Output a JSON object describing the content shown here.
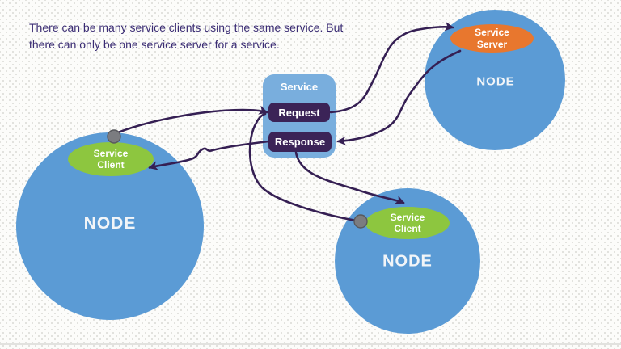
{
  "note": {
    "line1": "There can be many service clients using the same service. But",
    "line2": "there can only be one service server for a service."
  },
  "service": {
    "title": "Service",
    "request_label": "Request",
    "response_label": "Response"
  },
  "server_node": {
    "name": "NODE",
    "role": {
      "line1": "Service",
      "line2": "Server"
    }
  },
  "left_client_node": {
    "name": "NODE",
    "role": {
      "line1": "Service",
      "line2": "Client"
    }
  },
  "bottom_client_node": {
    "name": "NODE",
    "role": {
      "line1": "Service",
      "line2": "Client"
    }
  },
  "colors": {
    "node_blue": "#5B9BD5",
    "service_box_blue": "#79AEDD",
    "message_box_purple": "#3B2357",
    "arrow_purple": "#351F53",
    "server_orange": "#E8772E",
    "client_green": "#8DC63F",
    "note_text": "#3B2D74",
    "connector_dot_gray": "#7B7C80"
  }
}
